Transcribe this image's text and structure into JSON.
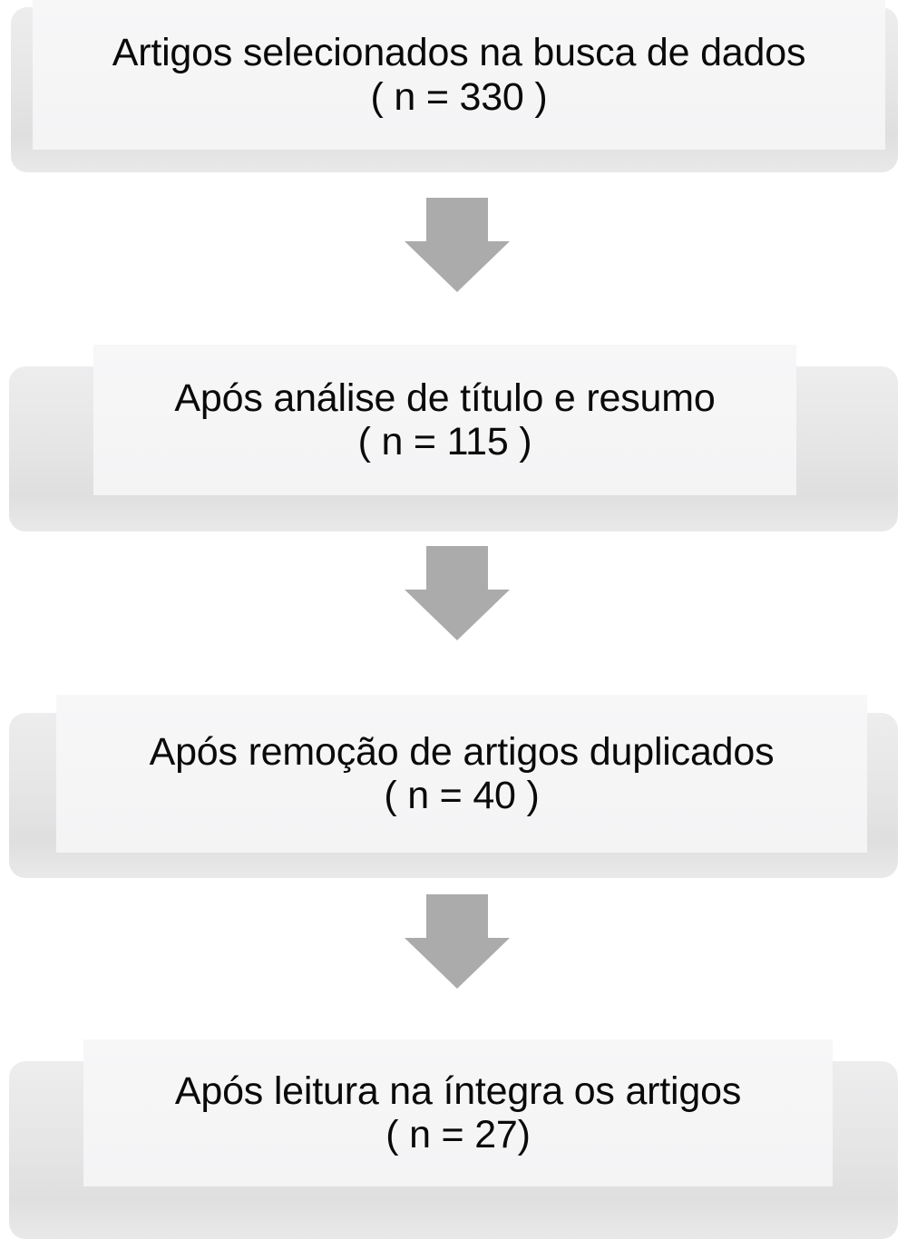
{
  "figure": {
    "type": "flowchart",
    "orientation": "vertical-top-down",
    "language": "pt-BR",
    "background_color": "#ffffff",
    "box_fill_color": "#f5f5f6",
    "box_shadow_color": "#e4e4e5",
    "arrow_color": "#ababab",
    "text_color": "#0a0a0a"
  },
  "stages": [
    {
      "id": "stage-1",
      "label": "Artigos selecionados na busca de dados",
      "count_label": "( n = 330 )",
      "n": 330
    },
    {
      "id": "stage-2",
      "label": "Após análise de título e resumo",
      "count_label": "( n = 115 )",
      "n": 115
    },
    {
      "id": "stage-3",
      "label": "Após remoção de artigos duplicados",
      "count_label": "( n = 40 )",
      "n": 40
    },
    {
      "id": "stage-4",
      "label": "Após leitura na íntegra os artigos",
      "count_label": "( n = 27)",
      "n": 27
    }
  ],
  "connectors": [
    {
      "id": "arrow-1",
      "icon": "arrow-down-icon",
      "from": "stage-1",
      "to": "stage-2"
    },
    {
      "id": "arrow-2",
      "icon": "arrow-down-icon",
      "from": "stage-2",
      "to": "stage-3"
    },
    {
      "id": "arrow-3",
      "icon": "arrow-down-icon",
      "from": "stage-3",
      "to": "stage-4"
    }
  ]
}
